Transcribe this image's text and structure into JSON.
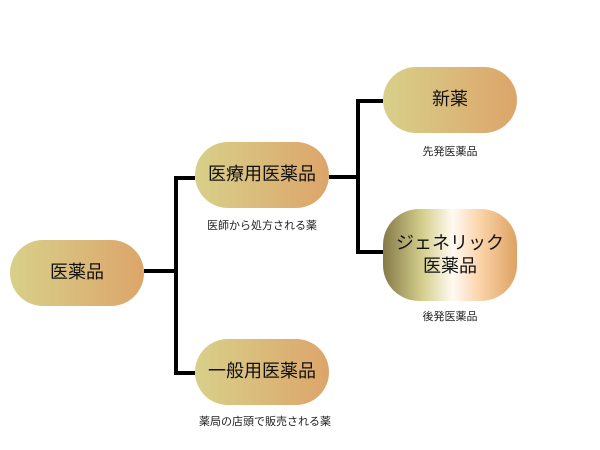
{
  "root": {
    "label": "医薬品"
  },
  "prescription": {
    "label": "医療用医薬品",
    "caption": "医師から処方される薬"
  },
  "otc": {
    "label": "一般用医薬品",
    "caption": "薬局の店頭で販売される薬"
  },
  "new_drug": {
    "label": "新薬",
    "caption": "先発医薬品"
  },
  "generic": {
    "label_line1": "ジェネリック",
    "label_line2": "医薬品",
    "caption": "後発医薬品"
  }
}
